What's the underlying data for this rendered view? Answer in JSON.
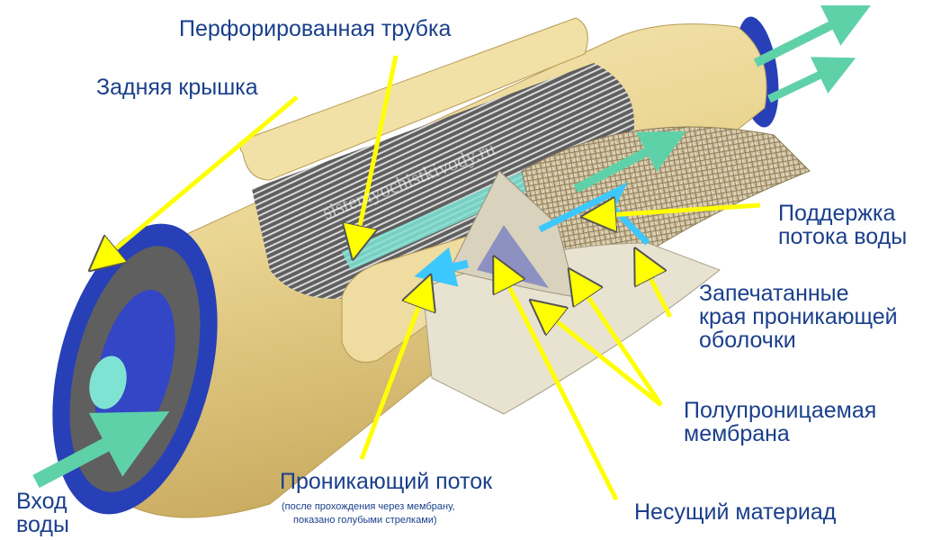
{
  "labels": {
    "perforated_tube": "Перфорированная трубка",
    "back_cap": "Задняя крышка",
    "flow_support_1": "Поддержка",
    "flow_support_2": "потока воды",
    "sealed_edges_1": "Запечатанные",
    "sealed_edges_2": "края проникающей",
    "sealed_edges_3": "оболочки",
    "membrane_1": "Полупроницаемая",
    "membrane_2": "мембрана",
    "permeate_flow": "Проникающий поток",
    "permeate_note_1": "(после прохождения через мембрану,",
    "permeate_note_2": "показано голубыми стрелками)",
    "carrier": "Несущий материад",
    "water_in_1": "Вход",
    "water_in_2": "воды"
  },
  "watermark": "sistemyochistkivody.ru",
  "colors": {
    "label_text": "#1a3f8c",
    "pointer_arrow": "#ffff00",
    "tube_body": "#ecd99a",
    "end_cap": "#2740b8",
    "flow_arrow": "#5fd1a9",
    "permeate_arrow": "#3cc8ff"
  }
}
